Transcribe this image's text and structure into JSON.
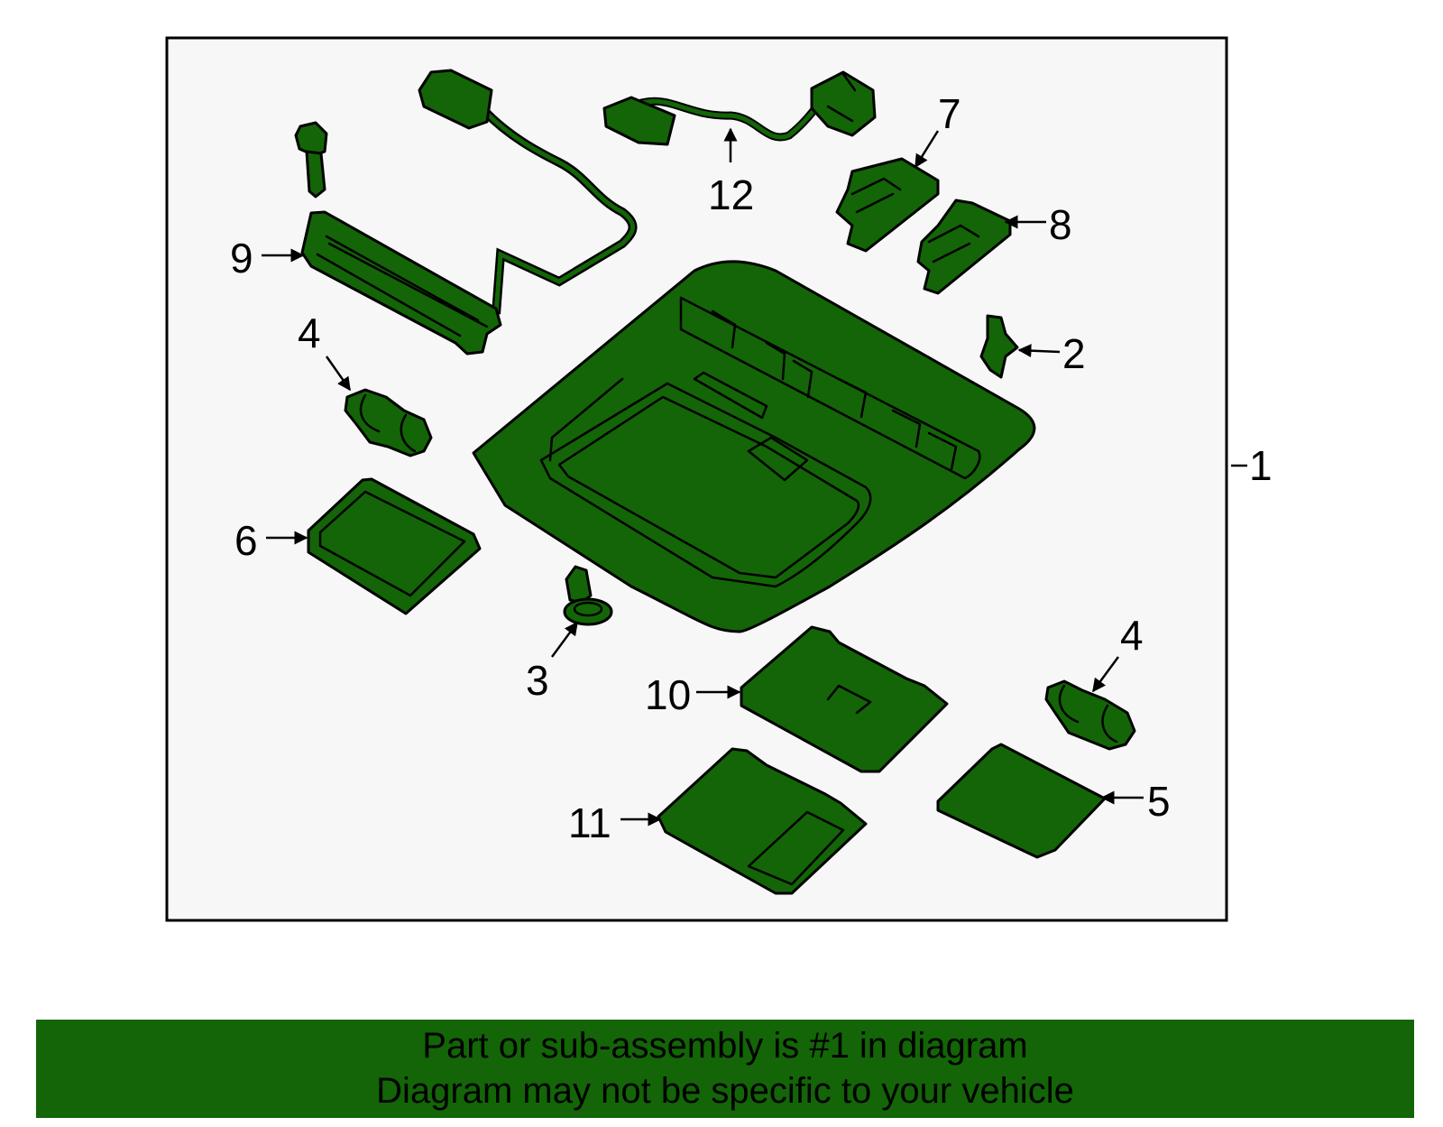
{
  "diagram": {
    "callouts": {
      "c1": "1",
      "c2": "2",
      "c3": "3",
      "c4a": "4",
      "c4b": "4",
      "c5": "5",
      "c6": "6",
      "c7": "7",
      "c8": "8",
      "c9": "9",
      "c10": "10",
      "c11": "11",
      "c12": "12"
    },
    "colors": {
      "part_fill": "#136507",
      "panel_background": "#f7f7f7",
      "outline": "#000000",
      "banner": "#136507"
    }
  },
  "banner": {
    "line1": "Part or sub-assembly is #1 in diagram",
    "line2": "Diagram may not be specific to your vehicle"
  }
}
